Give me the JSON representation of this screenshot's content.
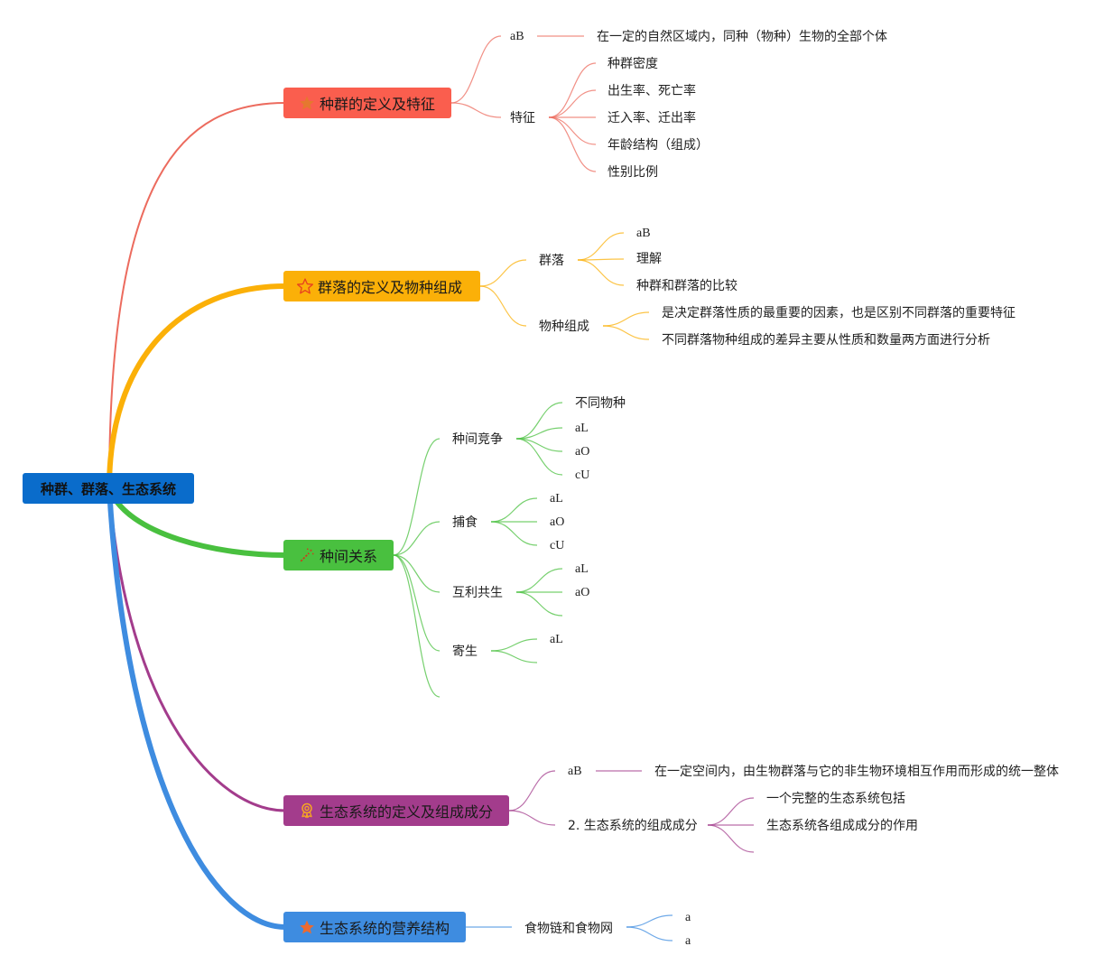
{
  "root": {
    "label": "种群、群落、生态系统",
    "color": "#0a6ccb"
  },
  "branches": [
    {
      "label": "种群的定义及特征",
      "color": "#fa5e4e",
      "line": "#ec6b5e",
      "icon": "star-icon",
      "children": [
        {
          "label": "aB",
          "detail": "在一定的自然区域内，同种（物种）生物的全部个体"
        },
        {
          "label": "特征",
          "children": [
            "种群密度",
            "出生率、死亡率",
            "迁入率、迁出率",
            "年龄结构（组成）",
            "性别比例"
          ]
        }
      ]
    },
    {
      "label": "群落的定义及物种组成",
      "color": "#fbb008",
      "line": "#fbb008",
      "icon": "star-outline-icon",
      "children": [
        {
          "label": "群落",
          "children": [
            "aB",
            "理解",
            "种群和群落的比较"
          ]
        },
        {
          "label": "物种组成",
          "children": [
            "是决定群落性质的最重要的因素，也是区别不同群落的重要特征",
            "不同群落物种组成的差异主要从性质和数量两方面进行分析"
          ]
        }
      ]
    },
    {
      "label": "种间关系",
      "color": "#49c03f",
      "line": "#49c03f",
      "icon": "magic-wand-icon",
      "children": [
        {
          "label": "种间竞争",
          "children": [
            "不同物种",
            "aL",
            "aO",
            "cU"
          ]
        },
        {
          "label": "捕食",
          "children": [
            "aL",
            "aO",
            "cU"
          ]
        },
        {
          "label": "互利共生",
          "children": [
            "aL",
            "aO",
            ""
          ]
        },
        {
          "label": "寄生",
          "children": [
            "aL",
            ""
          ]
        },
        {
          "label": "",
          "children": []
        }
      ]
    },
    {
      "label": "生态系统的定义及组成成分",
      "color": "#a33c8c",
      "line": "#a33c8c",
      "icon": "award-ribbon-icon",
      "children": [
        {
          "label": "aB",
          "detail": "在一定空间内，由生物群落与它的非生物环境相互作用而形成的统一整体"
        },
        {
          "label": "2. 生态系统的组成成分",
          "children": [
            "一个完整的生态系统包括",
            "生态系统各组成成分的作用",
            ""
          ]
        }
      ]
    },
    {
      "label": "生态系统的营养结构",
      "color": "#3e8ce0",
      "line": "#3e8ce0",
      "icon": "star-icon",
      "children": [
        {
          "label": "食物链和食物网",
          "children": [
            "a",
            "a"
          ]
        }
      ]
    }
  ]
}
